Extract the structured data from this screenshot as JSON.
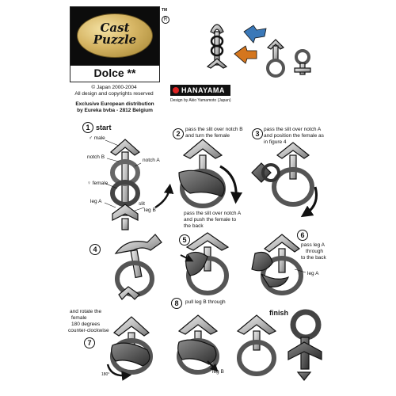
{
  "header": {
    "logo_line1": "Cast",
    "logo_line2": "Puzzle",
    "trademark": "TM",
    "registered": "R",
    "product_name": "Dolce **",
    "copyright": "© Japan 2000-2004",
    "rights": "All design and copyrights reserved",
    "distribution_line1": "Exclusive European distribution",
    "distribution_line2": "by Eureka bvba - 2812 Belgium",
    "brand": "HANAYAMA",
    "designer": "Design by Akio Yamamoto (Japan)"
  },
  "steps": [
    {
      "num": "1",
      "label": "start"
    },
    {
      "num": "2",
      "text1": "pass the slit over notch B",
      "text2": "and turn the female"
    },
    {
      "num": "3",
      "text1": "pass the slit over notch A",
      "text2": "and position the female as",
      "text3": "in figure 4"
    },
    {
      "num": "4"
    },
    {
      "num": "5",
      "text1": "pass the slit over notch A",
      "text2": "and push the female to",
      "text3": "the back"
    },
    {
      "num": "6",
      "text1": "pass leg A",
      "text2": "through",
      "text3": "to the back"
    },
    {
      "num": "7",
      "text1": "and rotate the",
      "text2": "female",
      "text3": "180 degrees",
      "text4": "counter-clockwise"
    },
    {
      "num": "8",
      "text1": "pull leg B through"
    }
  ],
  "labels": {
    "male": "male",
    "female": "female",
    "notch_a": "notch A",
    "notch_b": "notch B",
    "leg_a": "leg A",
    "leg_b": "leg B",
    "slit": "slit",
    "finish": "finish",
    "degrees": "180°",
    "leg_a_6": "leg A",
    "leg_b_8": "leg B"
  },
  "colors": {
    "gold": "#d6b564",
    "arrow_blue": "#3a78b8",
    "arrow_orange": "#d4761e",
    "metal_dark": "#3b3b3b",
    "metal_light": "#cfcfcf"
  }
}
